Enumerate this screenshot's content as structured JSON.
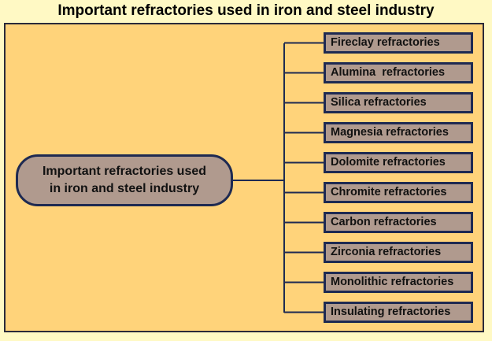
{
  "title": "Important refractories used in iron and steel industry",
  "root": {
    "line1": "Important refractories used",
    "line2": "in iron and steel industry"
  },
  "items": [
    "Fireclay refractories",
    "Alumina  refractories",
    "Silica refractories",
    "Magnesia refractories",
    "Dolomite refractories",
    "Chromite refractories",
    "Carbon refractories",
    "Zirconia refractories",
    "Monolithic refractories",
    "Insulating refractories"
  ],
  "colors": {
    "background": "#fff9c4",
    "panel": "#ffd37a",
    "box_fill": "#b09a8e",
    "box_border": "#1e2a52",
    "connector": "#1e2a52"
  }
}
